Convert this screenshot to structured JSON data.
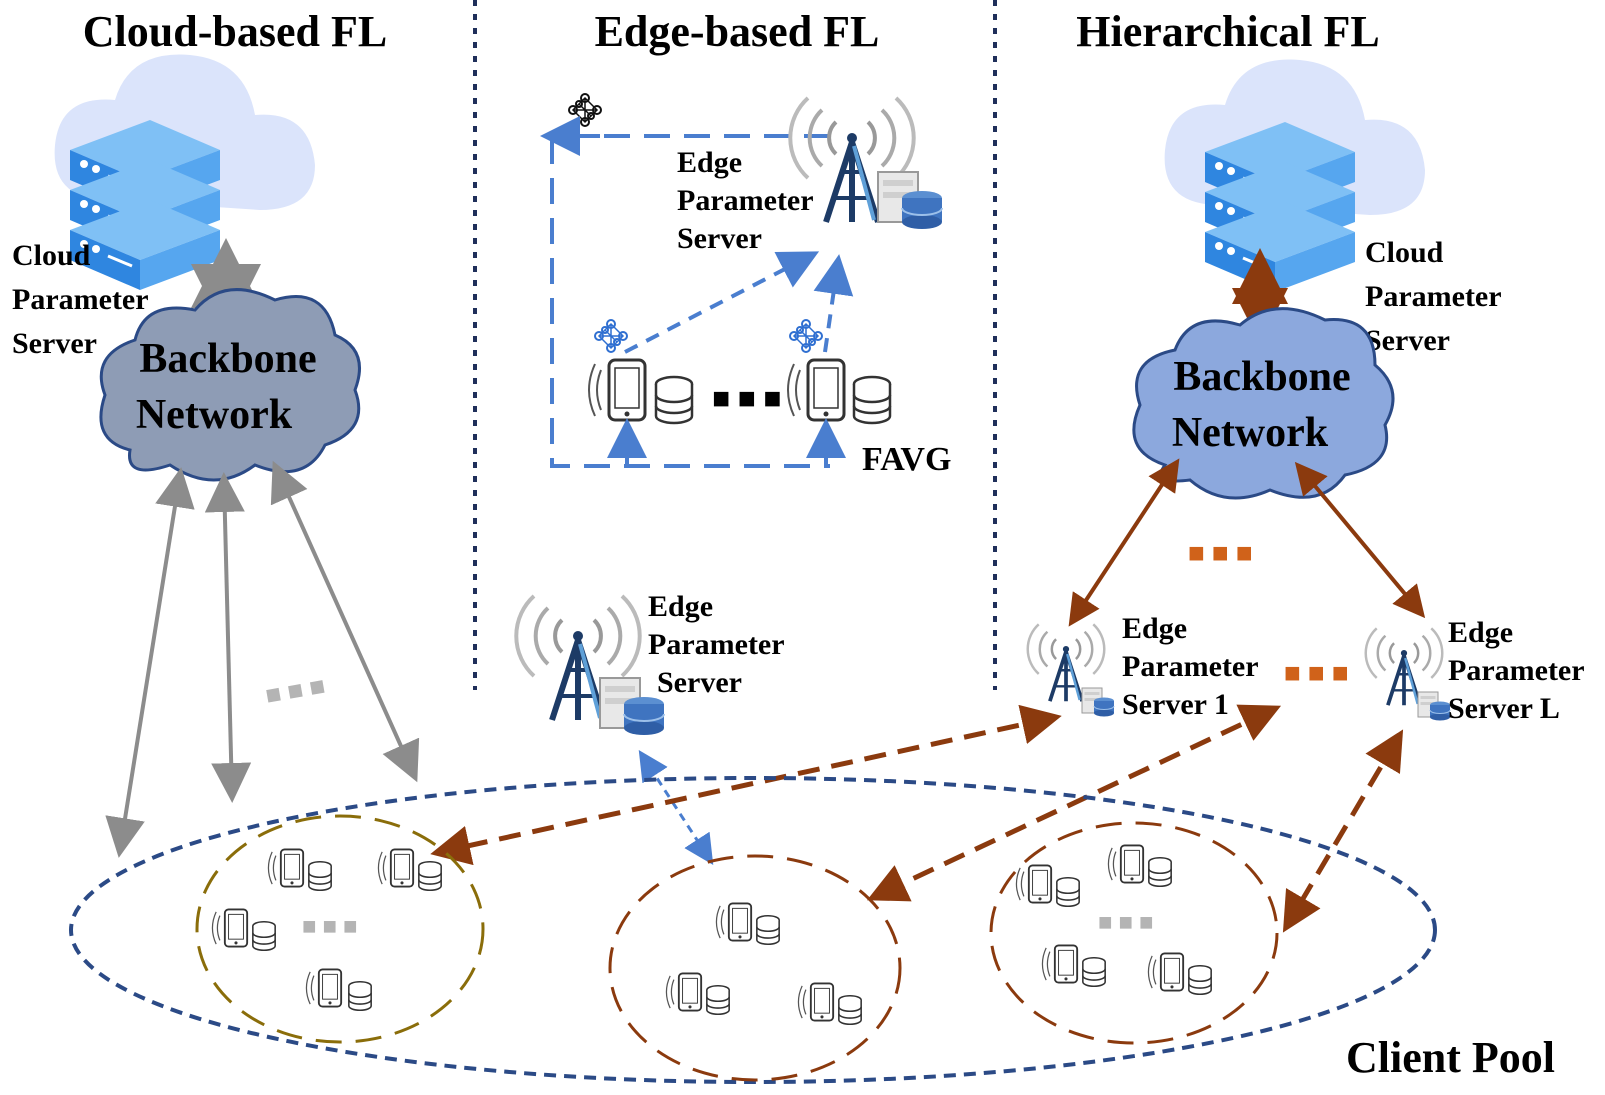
{
  "sections": {
    "cloud": {
      "title": "Cloud-based FL",
      "server_label": [
        "Cloud",
        "Parameter",
        "Server"
      ],
      "network_label": [
        "Backbone",
        "Network"
      ]
    },
    "edge": {
      "title": "Edge-based FL",
      "server_label": [
        "Edge",
        "Parameter",
        "Server"
      ],
      "aggregation_label": "FAVG"
    },
    "hierarchical": {
      "title": "Hierarchical FL",
      "server_label": [
        "Cloud",
        "Parameter",
        "Server"
      ],
      "network_label": [
        "Backbone",
        "Network"
      ],
      "edge_server_1": [
        "Edge",
        "Parameter",
        "Server 1"
      ],
      "edge_server_L": [
        "Edge",
        "Parameter",
        "Server L"
      ]
    }
  },
  "middle_edge_server": [
    "Edge",
    "Parameter",
    "Server"
  ],
  "client_pool_label": "Client Pool",
  "ellipsis": "■ ■ ■",
  "colors": {
    "cloud_arrow": "#8c8c8c",
    "edge_arrow": "#4a7ecf",
    "hier_arrow": "#8b3a0e",
    "divider": "#1f2f5a",
    "pool_outline": "#2b4a86",
    "cluster_gold": "#8a6d0a",
    "cluster_brown": "#8b3a0e",
    "dots_orange": "#d0621a",
    "dots_gray": "#b4b4b4"
  },
  "icons": [
    "cloud-icon",
    "server-stack-icon",
    "backbone-network-cloud-icon",
    "antenna-tower-icon",
    "edge-server-icon",
    "smartphone-icon",
    "database-icon",
    "neural-network-icon"
  ]
}
